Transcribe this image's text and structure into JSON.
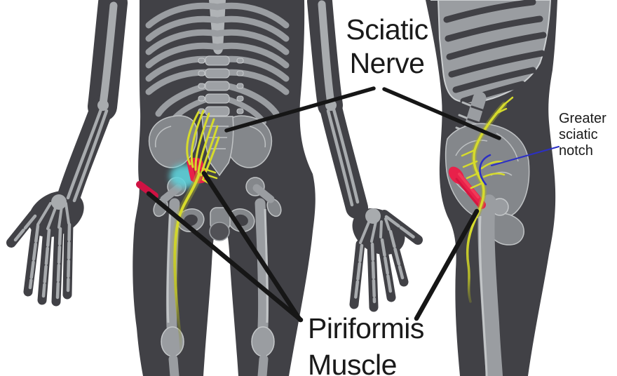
{
  "labels": {
    "sciatic_nerve": "Sciatic\nNerve",
    "greater_sciatic_notch": "Greater\nsciatic\nnotch",
    "piriformis_muscle": "Piriformis\nMuscle"
  },
  "colors": {
    "background": "#ffffff",
    "body_silhouette": "#414146",
    "bone_light": "#9a9da1",
    "bone_outline": "#cdd0d2",
    "pelvis_bone": "#84878b",
    "nerve_yellow": "#d6db2c",
    "nerve_fade_olive": "#7e8226",
    "muscle_red": "#e8214a",
    "trochanter_streak_red": "#cf1243",
    "highlight_cyan": "#5fd3dc",
    "annotation_black": "#161616",
    "annotation_blue": "#2b2fc4",
    "label_text": "#1a1a1a"
  }
}
